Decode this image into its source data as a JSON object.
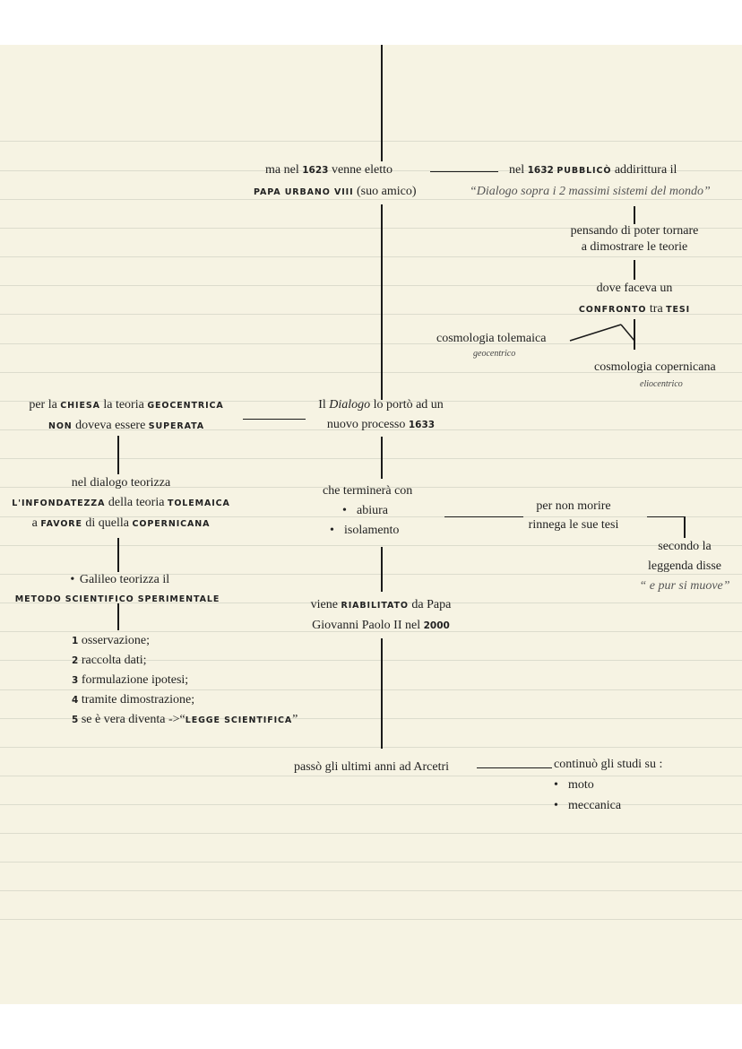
{
  "top_block": {
    "line1": "ma nel",
    "year1": "1623",
    "line1b": "venne eletto",
    "line2a": "Papa urbano VIII",
    "line2b": "(suo amico)"
  },
  "pubblico": {
    "l1a": "nel",
    "l1b": "1632",
    "l1c": "pubblicò",
    "l1d": "addirittura il",
    "title": "“Dialogo sopra i 2 massimi sistemi del mondo”"
  },
  "pensando": {
    "l1": "pensando di poter tornare",
    "l2": "a dimostrare le teorie"
  },
  "confronto": {
    "l1": "dove faceva un",
    "l2a": "confronto",
    "l2b": "tra",
    "l2c": "tesi"
  },
  "tolemaica": {
    "label": "cosmologia tolemaica",
    "note": "geocentrico"
  },
  "copernicana": {
    "label": "cosmologia copernicana",
    "note": "eliocentrico"
  },
  "chiesa": {
    "l1a": "per la",
    "l1b": "chiesa",
    "l1c": "la teoria",
    "l1d": "geocentrica",
    "l2a": "non",
    "l2b": "doveva essere",
    "l2c": "superata"
  },
  "processo": {
    "l1a": "Il",
    "l1b": "Dialogo",
    "l1c": "lo portò ad un",
    "l2a": "nuovo processo",
    "l2b": "1633"
  },
  "dialogo_teorizza": {
    "l1": "nel dialogo teorizza",
    "l2a": "l'infondatezza",
    "l2b": "della teoria",
    "l2c": "tolemaica",
    "l3a": "a",
    "l3b": "favore",
    "l3c": "di quella",
    "l3d": "copernicana"
  },
  "terminera": {
    "l1": "che terminerà con",
    "items": [
      "abiura",
      "isolamento"
    ]
  },
  "rinnega": {
    "l1": "per non morire",
    "l2": "rinnega le sue tesi"
  },
  "leggenda": {
    "l1": "secondo la",
    "l2": "leggenda disse",
    "quote": "“ e pur si muove”"
  },
  "metodo": {
    "l1": "Galileo teorizza il",
    "l2": "metodo scientifico sperimentale"
  },
  "steps": [
    {
      "n": "1",
      "text": "osservazione;"
    },
    {
      "n": "2",
      "text": "raccolta dati;"
    },
    {
      "n": "3",
      "text": "formulazione ipotesi;"
    },
    {
      "n": "4",
      "text": "tramite dimostrazione;"
    },
    {
      "n": "5",
      "text": " se è vera diventa ->“",
      "sc": "legge scientifica",
      "end": "”"
    }
  ],
  "riabilitato": {
    "l1a": "viene",
    "l1b": "riabilitato",
    "l1c": "da Papa",
    "l2a": "Giovanni Paolo II nel",
    "l2b": "2000"
  },
  "arcetri": {
    "l1": "passò gli ultimi anni ad Arcetri"
  },
  "studi": {
    "l1": "continuò gli studi su :",
    "items": [
      "moto",
      "meccanica"
    ]
  },
  "bullet": "•"
}
